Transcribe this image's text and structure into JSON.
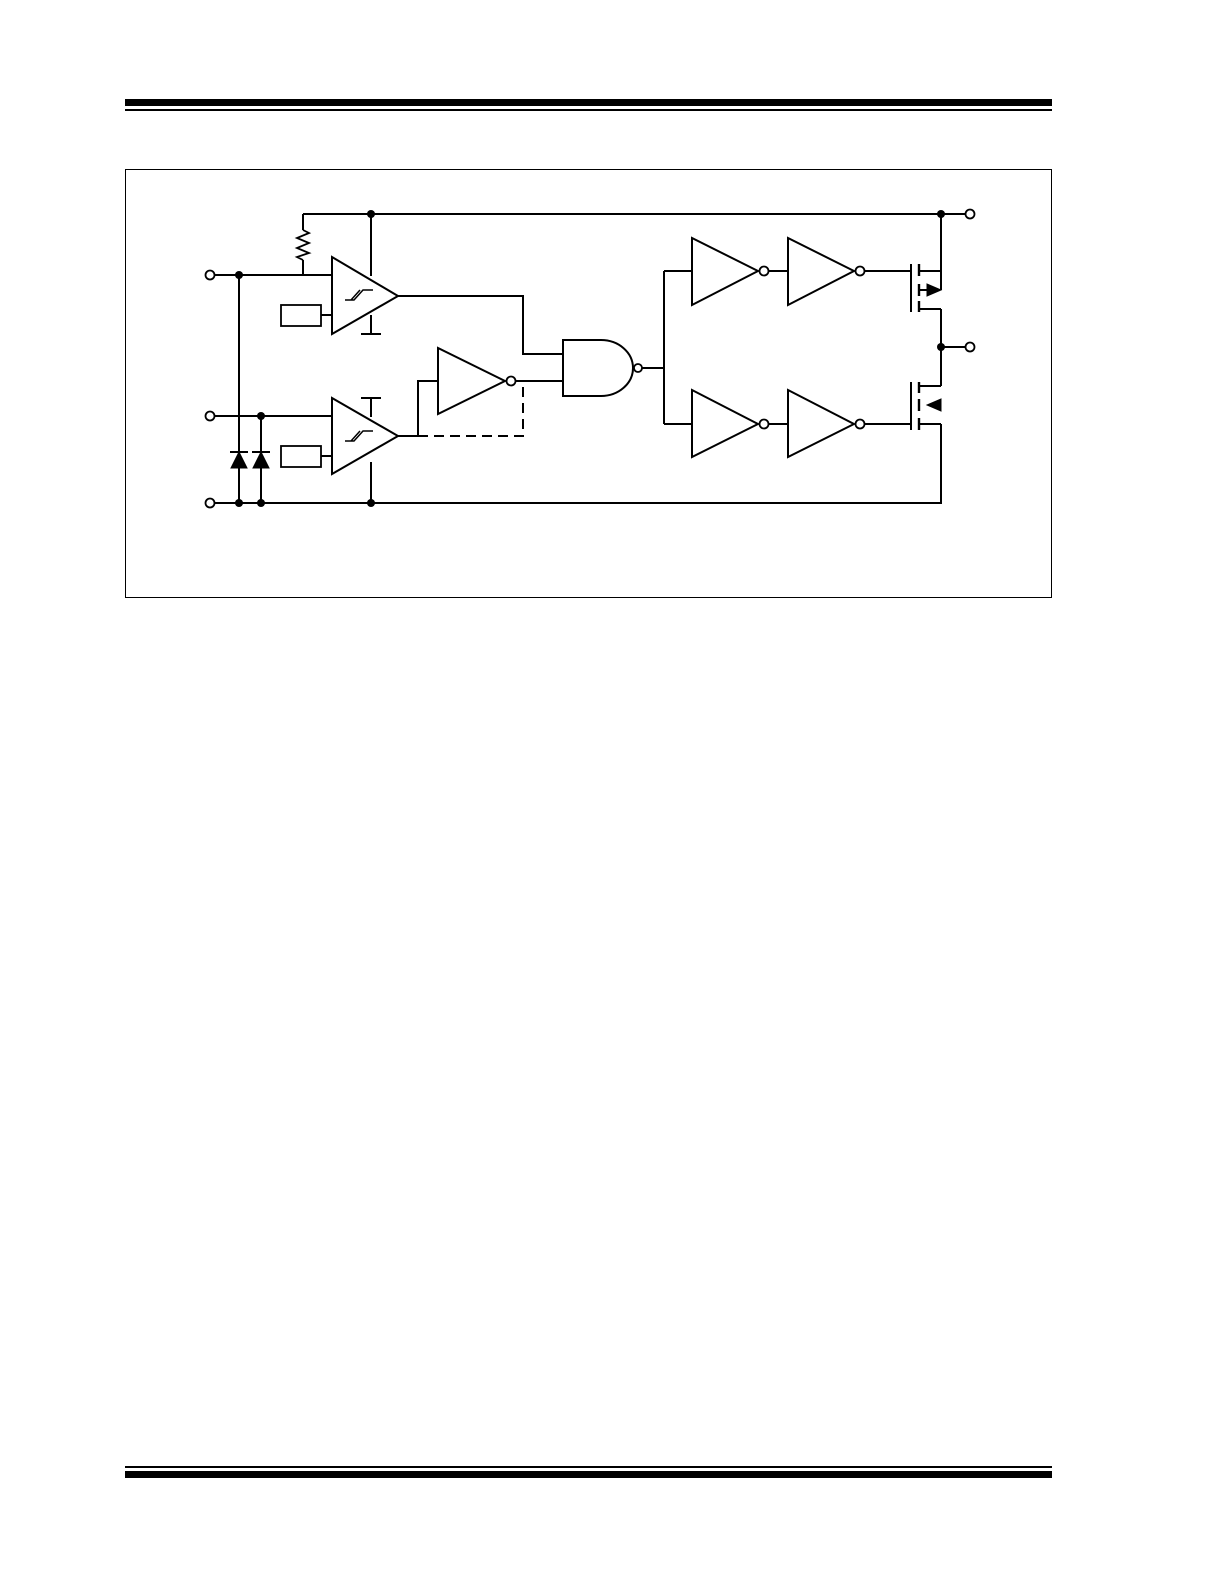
{
  "page": {
    "background": "#ffffff",
    "ink": "#000000"
  },
  "diagram": {
    "kind": "block-diagram",
    "description_visible_text": "",
    "nodes": [
      {
        "id": "input-a-terminal",
        "kind": "terminal"
      },
      {
        "id": "input-b-terminal",
        "kind": "terminal"
      },
      {
        "id": "ground-terminal",
        "kind": "terminal"
      },
      {
        "id": "vdd-terminal",
        "kind": "terminal"
      },
      {
        "id": "output-terminal",
        "kind": "terminal"
      },
      {
        "id": "pull-up-resistor",
        "kind": "resistor"
      },
      {
        "id": "esd-diode-1",
        "kind": "diode"
      },
      {
        "id": "esd-diode-2",
        "kind": "diode"
      },
      {
        "id": "schmitt-comparator-a",
        "kind": "comparator-hysteresis"
      },
      {
        "id": "schmitt-comparator-b",
        "kind": "comparator-hysteresis"
      },
      {
        "id": "reference-a",
        "kind": "reference-block"
      },
      {
        "id": "reference-b",
        "kind": "reference-block"
      },
      {
        "id": "inverter-option",
        "kind": "inverter"
      },
      {
        "id": "nand-gate",
        "kind": "nand"
      },
      {
        "id": "driver-inverter-1",
        "kind": "inverter"
      },
      {
        "id": "driver-inverter-2",
        "kind": "inverter"
      },
      {
        "id": "driver-inverter-3",
        "kind": "inverter"
      },
      {
        "id": "driver-inverter-4",
        "kind": "inverter"
      },
      {
        "id": "p-mosfet",
        "kind": "mosfet-p"
      },
      {
        "id": "n-mosfet",
        "kind": "mosfet-n"
      }
    ],
    "edges": [
      {
        "from": "input-a-terminal",
        "to": "schmitt-comparator-a",
        "style": "solid"
      },
      {
        "from": "input-b-terminal",
        "to": "schmitt-comparator-b",
        "style": "solid"
      },
      {
        "from": "reference-a",
        "to": "schmitt-comparator-a",
        "style": "solid"
      },
      {
        "from": "reference-b",
        "to": "schmitt-comparator-b",
        "style": "solid"
      },
      {
        "from": "schmitt-comparator-a",
        "to": "nand-gate",
        "style": "solid"
      },
      {
        "from": "schmitt-comparator-b",
        "to": "inverter-option",
        "style": "solid"
      },
      {
        "from": "inverter-option",
        "to": "nand-gate",
        "style": "solid"
      },
      {
        "from": "schmitt-comparator-b",
        "to": "nand-gate",
        "style": "dashed"
      },
      {
        "from": "nand-gate",
        "to": "driver-inverter-1",
        "style": "solid"
      },
      {
        "from": "nand-gate",
        "to": "driver-inverter-3",
        "style": "solid"
      },
      {
        "from": "driver-inverter-1",
        "to": "driver-inverter-2",
        "style": "solid"
      },
      {
        "from": "driver-inverter-3",
        "to": "driver-inverter-4",
        "style": "solid"
      },
      {
        "from": "driver-inverter-2",
        "to": "p-mosfet",
        "style": "solid"
      },
      {
        "from": "driver-inverter-4",
        "to": "n-mosfet",
        "style": "solid"
      },
      {
        "from": "p-mosfet",
        "to": "output-terminal",
        "style": "solid"
      },
      {
        "from": "n-mosfet",
        "to": "output-terminal",
        "style": "solid"
      },
      {
        "from": "vdd-terminal",
        "to": "p-mosfet",
        "style": "solid"
      },
      {
        "from": "n-mosfet",
        "to": "ground-terminal",
        "style": "solid"
      }
    ]
  }
}
